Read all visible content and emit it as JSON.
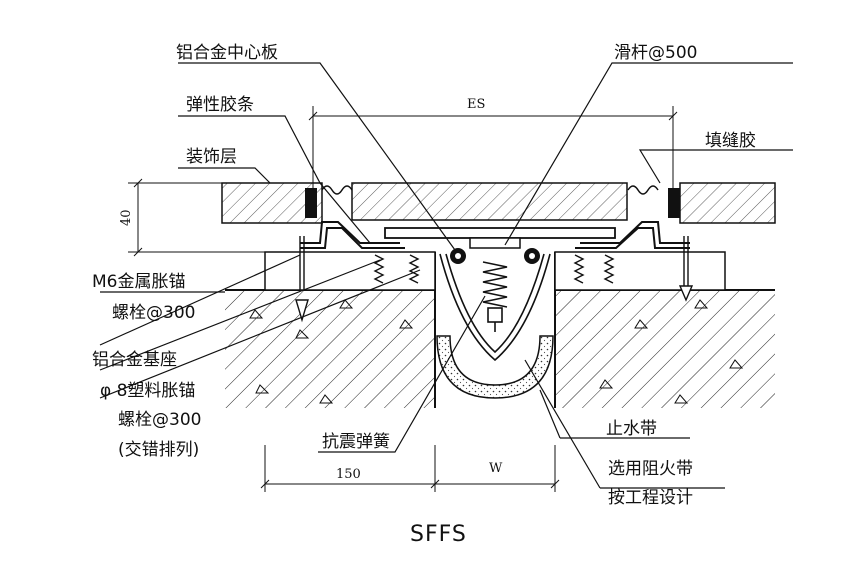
{
  "title": "SFFS",
  "labels": {
    "center_plate": "铝合金中心板",
    "elastic_strip": "弹性胶条",
    "finish_layer": "装饰层",
    "slide_bar": "滑杆@500",
    "sealant": "填缝胶",
    "anchor_m6_line1": "M6金属胀锚",
    "anchor_m6_line2": "螺栓@300",
    "alu_base": "铝合金基座",
    "plastic_anchor_line1": "φ 8塑料胀锚",
    "plastic_anchor_line2": "螺栓@300",
    "plastic_anchor_line3": "(交错排列)",
    "spring": "抗震弹簧",
    "waterstop": "止水带",
    "fire_band_line1": "选用阻火带",
    "fire_band_line2": "按工程设计"
  },
  "dimensions": {
    "es": "ES",
    "height_40": "40",
    "width_150": "150",
    "width_w": "W"
  }
}
